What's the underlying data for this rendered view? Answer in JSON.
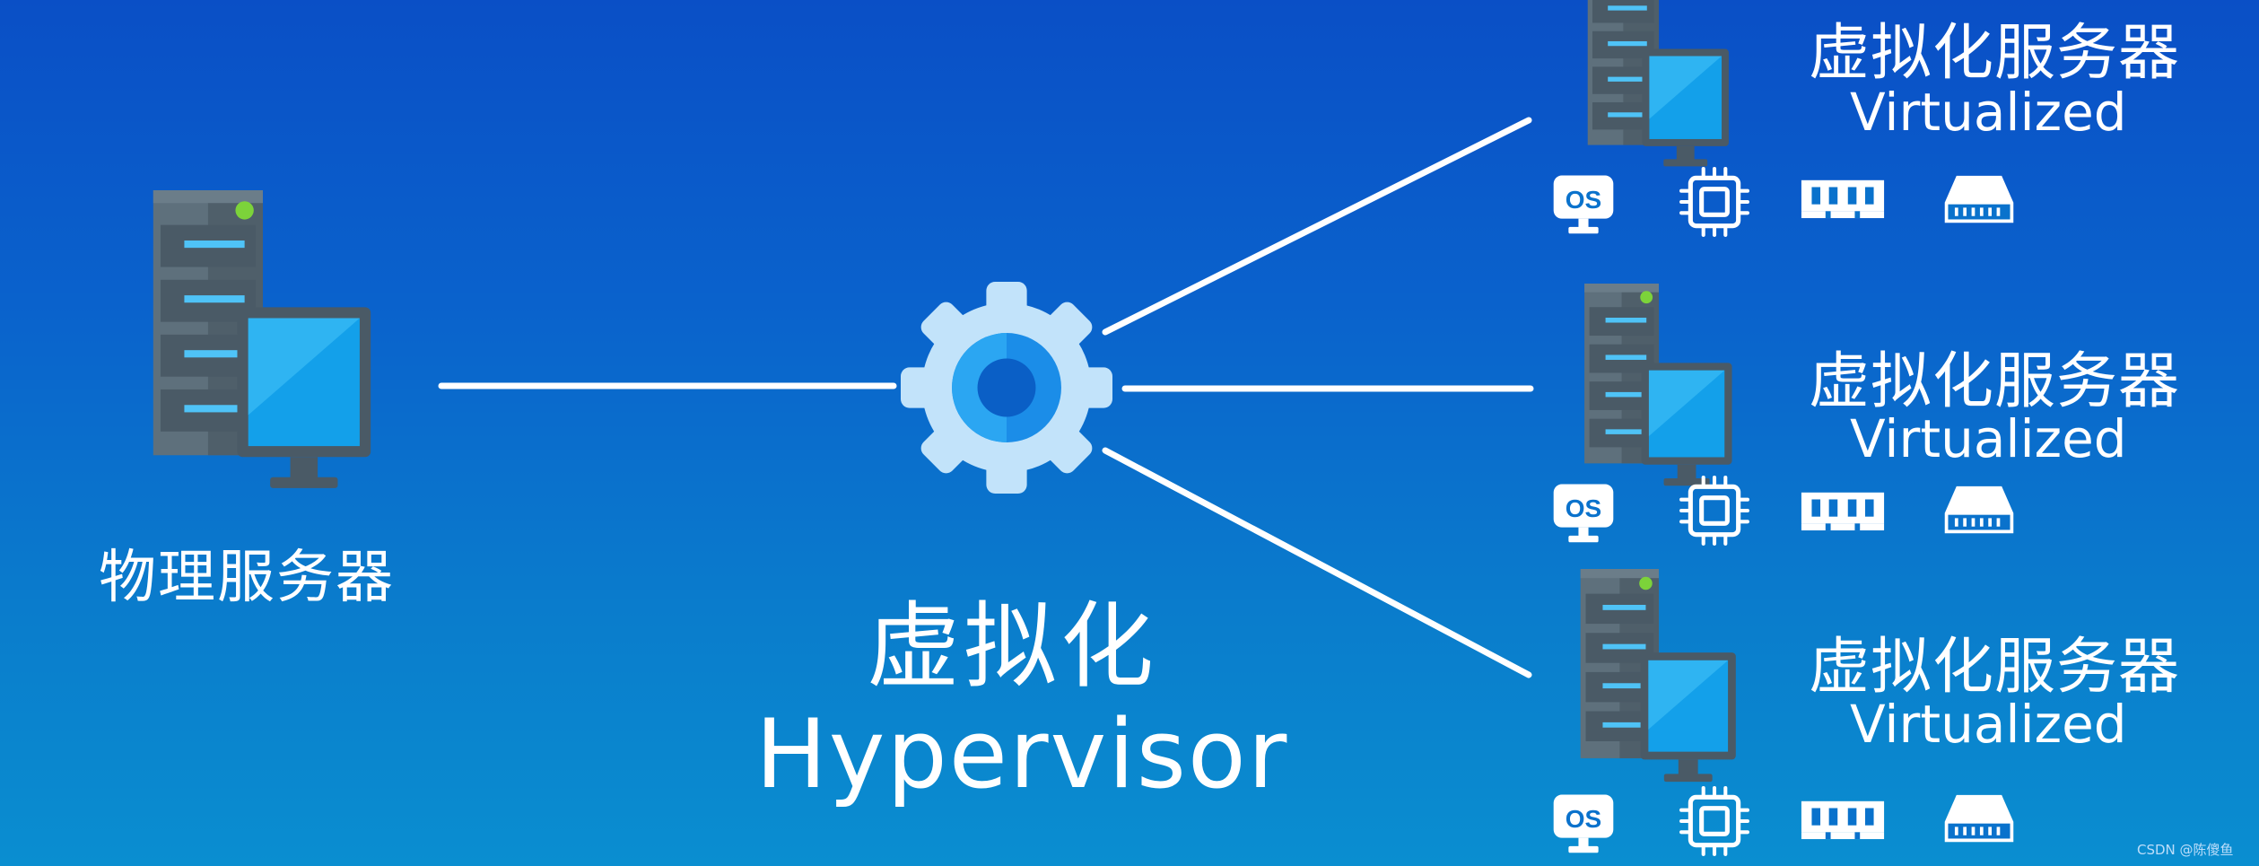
{
  "physical_server": {
    "label": "物理服务器"
  },
  "hypervisor": {
    "title": "虚拟化",
    "subtitle": "Hypervisor",
    "icon": "gear-icon"
  },
  "virtual_servers": [
    {
      "title": "虚拟化服务器",
      "subtitle": "Virtualized",
      "resources": [
        "OS",
        "cpu-chip-icon",
        "ram-module-icon",
        "disk-drive-icon"
      ]
    },
    {
      "title": "虚拟化服务器",
      "subtitle": "Virtualized",
      "resources": [
        "OS",
        "cpu-chip-icon",
        "ram-module-icon",
        "disk-drive-icon"
      ]
    },
    {
      "title": "虚拟化服务器",
      "subtitle": "Virtualized",
      "resources": [
        "OS",
        "cpu-chip-icon",
        "ram-module-icon",
        "disk-drive-icon"
      ]
    }
  ],
  "os_badge_text": "OS",
  "watermark": "CSDN @陈傻鱼",
  "colors": {
    "background_top": "#0a4fc6",
    "background_bottom": "#0a8ed0",
    "server_dark": "#4a5a66",
    "server_light": "#5e707c",
    "screen": "#13a0ea",
    "status_light": "#7cd33a",
    "connector": "#ffffff"
  }
}
